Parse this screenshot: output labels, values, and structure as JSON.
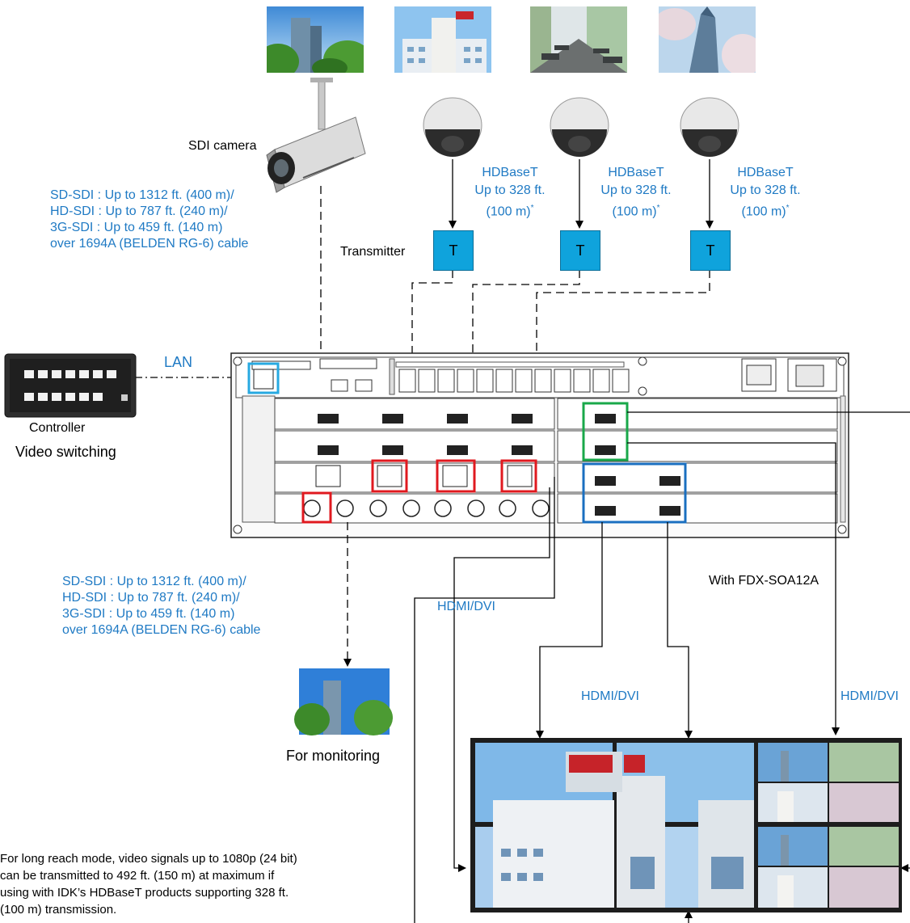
{
  "labels": {
    "sdi_camera": "SDI camera",
    "transmitter": "Transmitter",
    "lan": "LAN",
    "controller": "Controller",
    "video_switching": "Video switching",
    "for_monitoring": "For monitoring",
    "with_fdx": "With FDX-SOA12A",
    "tx_letter": "T"
  },
  "hdbaset": {
    "line1": "HDBaseT",
    "line2": "Up to 328 ft.",
    "line3": "(100 m)",
    "asterisk": "*"
  },
  "sdi_spec": {
    "line1": "SD-SDI : Up to 1312 ft. (400 m)/",
    "line2": "HD-SDI : Up to 787 ft.   (240 m)/",
    "line3": "3G-SDI : Up to 459 ft.   (140 m)",
    "line4": "over 1694A (BELDEN RG-6) cable"
  },
  "hdmi_dvi": "HDMI/DVI",
  "footnote": {
    "line1": "For long reach mode, video signals up to 1080p (24 bit)",
    "line2": "can be transmitted to 492 ft. (150 m) at maximum if",
    "line3": "using with IDK’s HDBaseT products supporting 328 ft.",
    "line4": "(100 m) transmission."
  },
  "colors": {
    "label_blue": "#1f7ac4",
    "transmitter_fill": "#0fa3dc",
    "highlight_red": "#e0191f",
    "highlight_green": "#19a84a",
    "highlight_blue": "#1a6fc0",
    "highlight_cyan": "#27a9e1"
  }
}
